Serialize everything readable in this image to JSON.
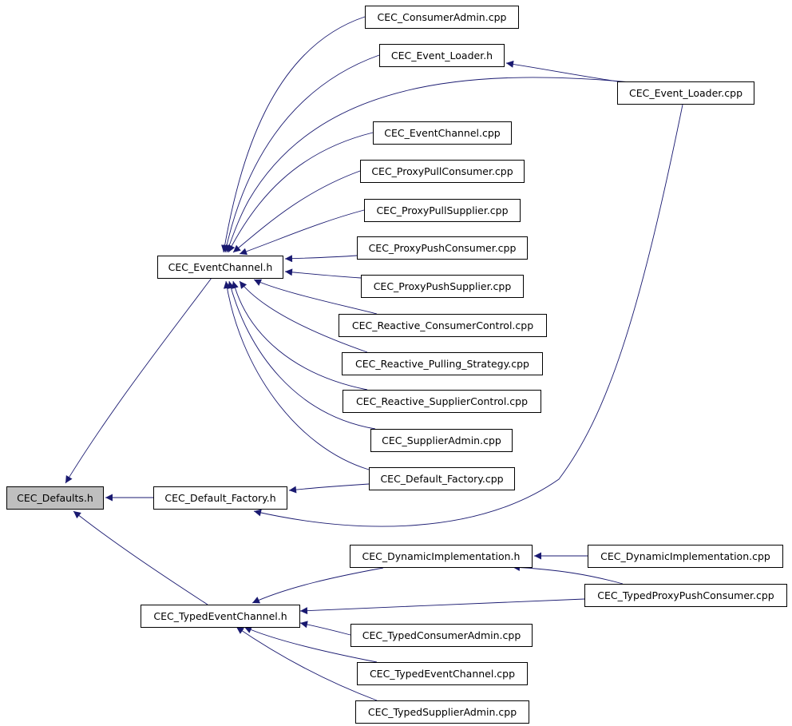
{
  "graph": {
    "colors": {
      "edge": "#191970",
      "node_border": "#000000",
      "node_fill": "#ffffff",
      "root_fill": "#bfbfbf"
    },
    "nodes": {
      "defaults_h": "CEC_Defaults.h",
      "eventchannel_h": "CEC_EventChannel.h",
      "default_factory_h": "CEC_Default_Factory.h",
      "typedeventchannel_h": "CEC_TypedEventChannel.h",
      "consumeradmin_cpp": "CEC_ConsumerAdmin.cpp",
      "event_loader_h": "CEC_Event_Loader.h",
      "event_loader_cpp": "CEC_Event_Loader.cpp",
      "eventchannel_cpp": "CEC_EventChannel.cpp",
      "proxypullconsumer_cpp": "CEC_ProxyPullConsumer.cpp",
      "proxypullsupplier_cpp": "CEC_ProxyPullSupplier.cpp",
      "proxypushconsumer_cpp": "CEC_ProxyPushConsumer.cpp",
      "proxypushsupplier_cpp": "CEC_ProxyPushSupplier.cpp",
      "reactive_consumercontrol_cpp": "CEC_Reactive_ConsumerControl.cpp",
      "reactive_pulling_strategy_cpp": "CEC_Reactive_Pulling_Strategy.cpp",
      "reactive_suppliercontrol_cpp": "CEC_Reactive_SupplierControl.cpp",
      "supplieradmin_cpp": "CEC_SupplierAdmin.cpp",
      "default_factory_cpp": "CEC_Default_Factory.cpp",
      "dynamicimplementation_h": "CEC_DynamicImplementation.h",
      "dynamicimplementation_cpp": "CEC_DynamicImplementation.cpp",
      "typedproxypushconsumer_cpp": "CEC_TypedProxyPushConsumer.cpp",
      "typedconsumeradmin_cpp": "CEC_TypedConsumerAdmin.cpp",
      "typedeventchannel_cpp": "CEC_TypedEventChannel.cpp",
      "typedsupplieradmin_cpp": "CEC_TypedSupplierAdmin.cpp"
    },
    "edges": [
      {
        "from": "eventchannel_h",
        "to": "defaults_h"
      },
      {
        "from": "default_factory_h",
        "to": "defaults_h"
      },
      {
        "from": "typedeventchannel_h",
        "to": "defaults_h"
      },
      {
        "from": "consumeradmin_cpp",
        "to": "eventchannel_h"
      },
      {
        "from": "event_loader_h",
        "to": "eventchannel_h"
      },
      {
        "from": "event_loader_cpp",
        "to": "eventchannel_h"
      },
      {
        "from": "eventchannel_cpp",
        "to": "eventchannel_h"
      },
      {
        "from": "proxypullconsumer_cpp",
        "to": "eventchannel_h"
      },
      {
        "from": "proxypullsupplier_cpp",
        "to": "eventchannel_h"
      },
      {
        "from": "proxypushconsumer_cpp",
        "to": "eventchannel_h"
      },
      {
        "from": "proxypushsupplier_cpp",
        "to": "eventchannel_h"
      },
      {
        "from": "reactive_consumercontrol_cpp",
        "to": "eventchannel_h"
      },
      {
        "from": "reactive_pulling_strategy_cpp",
        "to": "eventchannel_h"
      },
      {
        "from": "reactive_suppliercontrol_cpp",
        "to": "eventchannel_h"
      },
      {
        "from": "supplieradmin_cpp",
        "to": "eventchannel_h"
      },
      {
        "from": "default_factory_cpp",
        "to": "eventchannel_h"
      },
      {
        "from": "event_loader_cpp",
        "to": "event_loader_h"
      },
      {
        "from": "default_factory_cpp",
        "to": "default_factory_h"
      },
      {
        "from": "event_loader_cpp",
        "to": "default_factory_h"
      },
      {
        "from": "dynamicimplementation_h",
        "to": "typedeventchannel_h"
      },
      {
        "from": "typedproxypushconsumer_cpp",
        "to": "typedeventchannel_h"
      },
      {
        "from": "typedconsumeradmin_cpp",
        "to": "typedeventchannel_h"
      },
      {
        "from": "typedeventchannel_cpp",
        "to": "typedeventchannel_h"
      },
      {
        "from": "typedsupplieradmin_cpp",
        "to": "typedeventchannel_h"
      },
      {
        "from": "dynamicimplementation_cpp",
        "to": "dynamicimplementation_h"
      },
      {
        "from": "typedproxypushconsumer_cpp",
        "to": "dynamicimplementation_h"
      }
    ]
  }
}
